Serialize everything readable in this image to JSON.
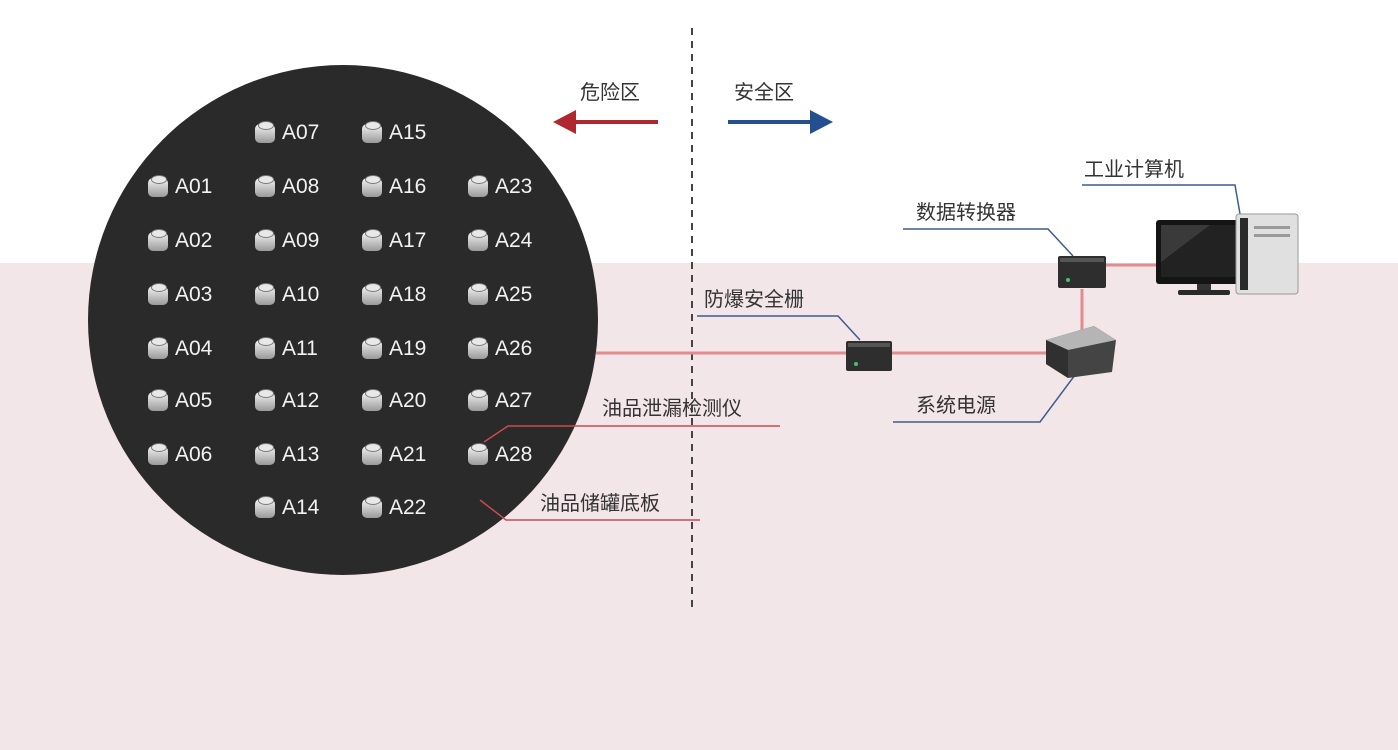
{
  "zones": {
    "danger": "危险区",
    "safe": "安全区"
  },
  "devices": {
    "industrial_computer": "工业计算机",
    "data_converter": "数据转换器",
    "explosion_barrier": "防爆安全栅",
    "power_supply": "系统电源",
    "leak_detector": "油品泄漏检测仪",
    "tank_floor": "油品储罐底板"
  },
  "sensors": {
    "c1": [
      "A01",
      "A02",
      "A03",
      "A04",
      "A05",
      "A06"
    ],
    "c2": [
      "A07",
      "A08",
      "A09",
      "A10",
      "A11",
      "A12",
      "A13",
      "A14"
    ],
    "c3": [
      "A15",
      "A16",
      "A17",
      "A18",
      "A19",
      "A20",
      "A21",
      "A22"
    ],
    "c4": [
      "A23",
      "A24",
      "A25",
      "A26",
      "A27",
      "A28"
    ]
  },
  "colors": {
    "danger_arrow": "#b0282f",
    "safe_arrow": "#24508f",
    "cable": "#e38c8f",
    "tank": "#2a2a2a",
    "danger_background": "#f3e6e8",
    "leader_line_blue": "#3f5b8f",
    "leader_line_red": "#c94a53"
  }
}
